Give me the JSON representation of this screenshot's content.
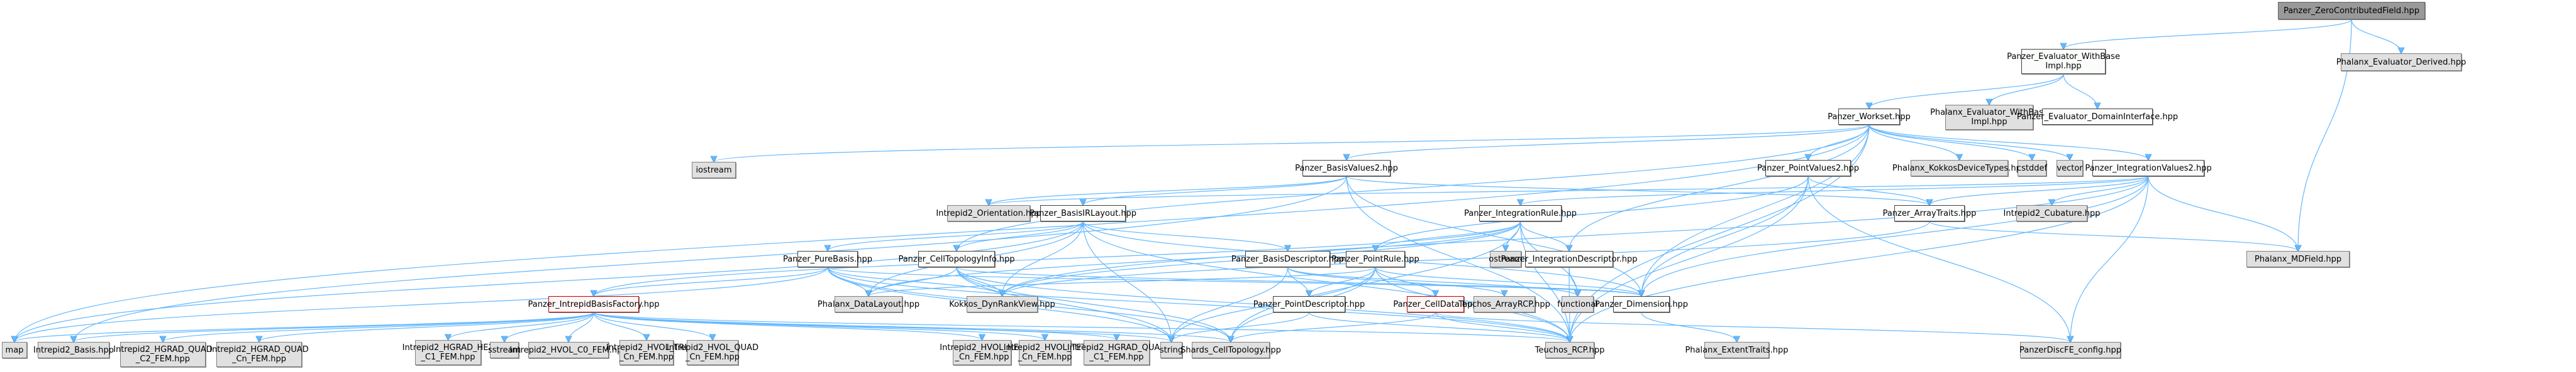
{
  "graph": {
    "title": "Panzer_ZeroContributedField.hpp include dependency graph",
    "edge_color": "#63b8ff",
    "nodes": [
      {
        "id": "zero",
        "label": "Panzer_ZeroContributedField.hpp",
        "kind": "root"
      },
      {
        "id": "ewbi",
        "label": "Panzer_Evaluator_WithBase\nImpl.hpp",
        "kind": "internal"
      },
      {
        "id": "pevd",
        "label": "Phalanx_Evaluator_Derived.hpp",
        "kind": "external"
      },
      {
        "id": "workset",
        "label": "Panzer_Workset.hpp",
        "kind": "internal"
      },
      {
        "id": "phewbi",
        "label": "Phalanx_Evaluator_WithBase\nImpl.hpp",
        "kind": "external"
      },
      {
        "id": "edi",
        "label": "Panzer_Evaluator_DomainInterface.hpp",
        "kind": "internal"
      },
      {
        "id": "iostream",
        "label": "iostream",
        "kind": "external"
      },
      {
        "id": "bv2",
        "label": "Panzer_BasisValues2.hpp",
        "kind": "internal"
      },
      {
        "id": "pv2",
        "label": "Panzer_PointValues2.hpp",
        "kind": "internal"
      },
      {
        "id": "kdt",
        "label": "Phalanx_KokkosDeviceTypes.hpp",
        "kind": "external"
      },
      {
        "id": "cstddef",
        "label": "cstddef",
        "kind": "external"
      },
      {
        "id": "vector",
        "label": "vector",
        "kind": "external"
      },
      {
        "id": "iv2",
        "label": "Panzer_IntegrationValues2.hpp",
        "kind": "internal"
      },
      {
        "id": "orient",
        "label": "Intrepid2_Orientation.hpp",
        "kind": "external"
      },
      {
        "id": "birl",
        "label": "Panzer_BasisIRLayout.hpp",
        "kind": "internal"
      },
      {
        "id": "ir",
        "label": "Panzer_IntegrationRule.hpp",
        "kind": "internal"
      },
      {
        "id": "at",
        "label": "Panzer_ArrayTraits.hpp",
        "kind": "internal"
      },
      {
        "id": "cub",
        "label": "Intrepid2_Cubature.hpp",
        "kind": "external"
      },
      {
        "id": "mdf",
        "label": "Phalanx_MDField.hpp",
        "kind": "external"
      },
      {
        "id": "pb",
        "label": "Panzer_PureBasis.hpp",
        "kind": "internal"
      },
      {
        "id": "cti",
        "label": "Panzer_CellTopologyInfo.hpp",
        "kind": "internal"
      },
      {
        "id": "bd",
        "label": "Panzer_BasisDescriptor.hpp",
        "kind": "internal"
      },
      {
        "id": "pr",
        "label": "Panzer_PointRule.hpp",
        "kind": "internal"
      },
      {
        "id": "ostream",
        "label": "ostream",
        "kind": "external"
      },
      {
        "id": "id",
        "label": "Panzer_IntegrationDescriptor.hpp",
        "kind": "internal"
      },
      {
        "id": "ibf",
        "label": "Panzer_IntrepidBasisFactory.hpp",
        "kind": "red"
      },
      {
        "id": "pdl",
        "label": "Phalanx_DataLayout.hpp",
        "kind": "external"
      },
      {
        "id": "kdrv",
        "label": "Kokkos_DynRankView.hpp",
        "kind": "external"
      },
      {
        "id": "pd",
        "label": "Panzer_PointDescriptor.hpp",
        "kind": "internal"
      },
      {
        "id": "cd",
        "label": "Panzer_CellData.hpp",
        "kind": "red"
      },
      {
        "id": "tarcp",
        "label": "Teuchos_ArrayRCP.hpp",
        "kind": "external"
      },
      {
        "id": "functional",
        "label": "functional",
        "kind": "external"
      },
      {
        "id": "dim",
        "label": "Panzer_Dimension.hpp",
        "kind": "internal"
      },
      {
        "id": "map",
        "label": "map",
        "kind": "external"
      },
      {
        "id": "ibasis",
        "label": "Intrepid2_Basis.hpp",
        "kind": "external"
      },
      {
        "id": "hgqc2",
        "label": "Intrepid2_HGRAD_QUAD\n_C2_FEM.hpp",
        "kind": "external"
      },
      {
        "id": "hgqcn",
        "label": "Intrepid2_HGRAD_QUAD\n_Cn_FEM.hpp",
        "kind": "external"
      },
      {
        "id": "hghc1",
        "label": "Intrepid2_HGRAD_HEX\n_C1_FEM.hpp",
        "kind": "external"
      },
      {
        "id": "sstream",
        "label": "sstream",
        "kind": "external"
      },
      {
        "id": "hvc0",
        "label": "Intrepid2_HVOL_C0_FEM.hpp",
        "kind": "external"
      },
      {
        "id": "hvtri",
        "label": "Intrepid2_HVOL_TRI\n_Cn_FEM.hpp",
        "kind": "external"
      },
      {
        "id": "hvquad",
        "label": "Intrepid2_HVOL_QUAD\n_Cn_FEM.hpp",
        "kind": "external"
      },
      {
        "id": "hvhex",
        "label": "Intrepid2_HVOL_HEX\n_Cn_FEM.hpp",
        "kind": "external"
      },
      {
        "id": "hvtet",
        "label": "Intrepid2_HVOL_TET\n_Cn_FEM.hpp",
        "kind": "external"
      },
      {
        "id": "hgqc1",
        "label": "Intrepid2_HGRAD_QUAD\n_C1_FEM.hpp",
        "kind": "external"
      },
      {
        "id": "string",
        "label": "string",
        "kind": "external"
      },
      {
        "id": "shards",
        "label": "Shards_CellTopology.hpp",
        "kind": "external"
      },
      {
        "id": "trcp",
        "label": "Teuchos_RCP.hpp",
        "kind": "external"
      },
      {
        "id": "ext",
        "label": "Phalanx_ExtentTraits.hpp",
        "kind": "external"
      },
      {
        "id": "cfg",
        "label": "PanzerDiscFE_config.hpp",
        "kind": "external"
      }
    ],
    "edges": [
      [
        "zero",
        "ewbi"
      ],
      [
        "zero",
        "pevd"
      ],
      [
        "zero",
        "mdf"
      ],
      [
        "ewbi",
        "workset"
      ],
      [
        "ewbi",
        "phewbi"
      ],
      [
        "ewbi",
        "edi"
      ],
      [
        "workset",
        "iostream"
      ],
      [
        "workset",
        "map"
      ],
      [
        "workset",
        "bv2"
      ],
      [
        "workset",
        "pv2"
      ],
      [
        "workset",
        "kdt"
      ],
      [
        "workset",
        "cstddef"
      ],
      [
        "workset",
        "vector"
      ],
      [
        "workset",
        "iv2"
      ],
      [
        "workset",
        "trcp"
      ],
      [
        "workset",
        "dim"
      ],
      [
        "workset",
        "id"
      ],
      [
        "workset",
        "cti"
      ],
      [
        "bv2",
        "orient"
      ],
      [
        "bv2",
        "birl"
      ],
      [
        "bv2",
        "at"
      ],
      [
        "bv2",
        "trcp"
      ],
      [
        "bv2",
        "ibasis"
      ],
      [
        "bv2",
        "dim"
      ],
      [
        "pv2",
        "pr"
      ],
      [
        "pv2",
        "at"
      ],
      [
        "pv2",
        "dim"
      ],
      [
        "pv2",
        "cfg"
      ],
      [
        "pv2",
        "trcp"
      ],
      [
        "iv2",
        "ir"
      ],
      [
        "iv2",
        "at"
      ],
      [
        "iv2",
        "cub"
      ],
      [
        "iv2",
        "mdf"
      ],
      [
        "iv2",
        "dim"
      ],
      [
        "iv2",
        "cfg"
      ],
      [
        "iv2",
        "trcp"
      ],
      [
        "iv2",
        "orient"
      ],
      [
        "iv2",
        "kdrv"
      ],
      [
        "birl",
        "pb"
      ],
      [
        "birl",
        "cti"
      ],
      [
        "birl",
        "bd"
      ],
      [
        "birl",
        "kdrv"
      ],
      [
        "birl",
        "pdl"
      ],
      [
        "birl",
        "dim"
      ],
      [
        "birl",
        "trcp"
      ],
      [
        "birl",
        "string"
      ],
      [
        "birl",
        "map"
      ],
      [
        "ir",
        "pr"
      ],
      [
        "ir",
        "ostream"
      ],
      [
        "ir",
        "id"
      ],
      [
        "ir",
        "shards"
      ],
      [
        "ir",
        "kdrv"
      ],
      [
        "ir",
        "pdl"
      ],
      [
        "ir",
        "trcp"
      ],
      [
        "ir",
        "ibf"
      ],
      [
        "ir",
        "functional"
      ],
      [
        "at",
        "mdf"
      ],
      [
        "at",
        "kdrv"
      ],
      [
        "pb",
        "ibf"
      ],
      [
        "pb",
        "pdl"
      ],
      [
        "pb",
        "kdrv"
      ],
      [
        "pb",
        "trcp"
      ],
      [
        "pb",
        "shards"
      ],
      [
        "pb",
        "string"
      ],
      [
        "pb",
        "map"
      ],
      [
        "pb",
        "dim"
      ],
      [
        "cti",
        "pdl"
      ],
      [
        "cti",
        "kdrv"
      ],
      [
        "cti",
        "shards"
      ],
      [
        "cti",
        "trcp"
      ],
      [
        "cti",
        "string"
      ],
      [
        "cti",
        "dim"
      ],
      [
        "bd",
        "pd"
      ],
      [
        "bd",
        "functional"
      ],
      [
        "bd",
        "string"
      ],
      [
        "bd",
        "tarcp"
      ],
      [
        "pr",
        "pd"
      ],
      [
        "pr",
        "cd"
      ],
      [
        "pr",
        "pdl"
      ],
      [
        "pr",
        "shards"
      ],
      [
        "pr",
        "string"
      ],
      [
        "pr",
        "trcp"
      ],
      [
        "pr",
        "dim"
      ],
      [
        "id",
        "functional"
      ],
      [
        "id",
        "trcp"
      ],
      [
        "ibf",
        "ibasis"
      ],
      [
        "ibf",
        "hgqc2"
      ],
      [
        "ibf",
        "hgqcn"
      ],
      [
        "ibf",
        "hghc1"
      ],
      [
        "ibf",
        "sstream"
      ],
      [
        "ibf",
        "hvc0"
      ],
      [
        "ibf",
        "hvtri"
      ],
      [
        "ibf",
        "hvquad"
      ],
      [
        "ibf",
        "hvhex"
      ],
      [
        "ibf",
        "hvtet"
      ],
      [
        "ibf",
        "hgqc1"
      ],
      [
        "ibf",
        "string"
      ],
      [
        "ibf",
        "shards"
      ],
      [
        "ibf",
        "trcp"
      ],
      [
        "ibf",
        "map"
      ],
      [
        "pd",
        "string"
      ],
      [
        "pd",
        "trcp"
      ],
      [
        "cd",
        "shards"
      ],
      [
        "cd",
        "trcp"
      ],
      [
        "cd",
        "cfg"
      ],
      [
        "dim",
        "ext"
      ]
    ]
  }
}
